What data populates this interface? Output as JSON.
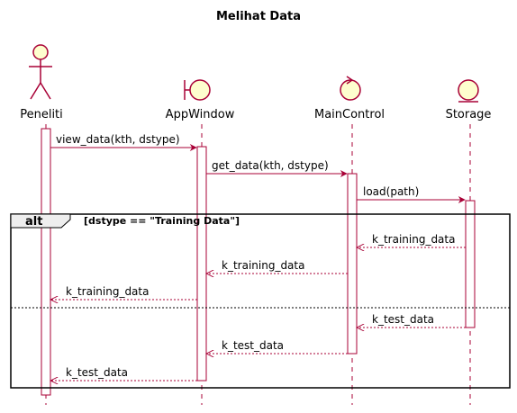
{
  "title": "Melihat Data",
  "participants": [
    {
      "id": "peneliti",
      "label": "Peneliti",
      "kind": "actor"
    },
    {
      "id": "appwindow",
      "label": "AppWindow",
      "kind": "boundary"
    },
    {
      "id": "maincontrol",
      "label": "MainControl",
      "kind": "control"
    },
    {
      "id": "storage",
      "label": "Storage",
      "kind": "entity"
    }
  ],
  "messages": [
    {
      "from": "peneliti",
      "to": "appwindow",
      "label": "view_data(kth, dstype)",
      "type": "call"
    },
    {
      "from": "appwindow",
      "to": "maincontrol",
      "label": "get_data(kth, dstype)",
      "type": "call"
    },
    {
      "from": "maincontrol",
      "to": "storage",
      "label": "load(path)",
      "type": "call"
    },
    {
      "from": "storage",
      "to": "maincontrol",
      "label": "k_training_data",
      "type": "return"
    },
    {
      "from": "maincontrol",
      "to": "appwindow",
      "label": "k_training_data",
      "type": "return"
    },
    {
      "from": "appwindow",
      "to": "peneliti",
      "label": "k_training_data",
      "type": "return"
    },
    {
      "from": "storage",
      "to": "maincontrol",
      "label": "k_test_data",
      "type": "return"
    },
    {
      "from": "maincontrol",
      "to": "appwindow",
      "label": "k_test_data",
      "type": "return"
    },
    {
      "from": "appwindow",
      "to": "peneliti",
      "label": "k_test_data",
      "type": "return"
    }
  ],
  "fragment": {
    "keyword": "alt",
    "guard": "[dstype == \"Training Data\"]"
  },
  "colors": {
    "line": "#A80036",
    "participant_fill": "#FEFECE",
    "frame": "#000000",
    "tab_fill": "#eeeeee"
  }
}
